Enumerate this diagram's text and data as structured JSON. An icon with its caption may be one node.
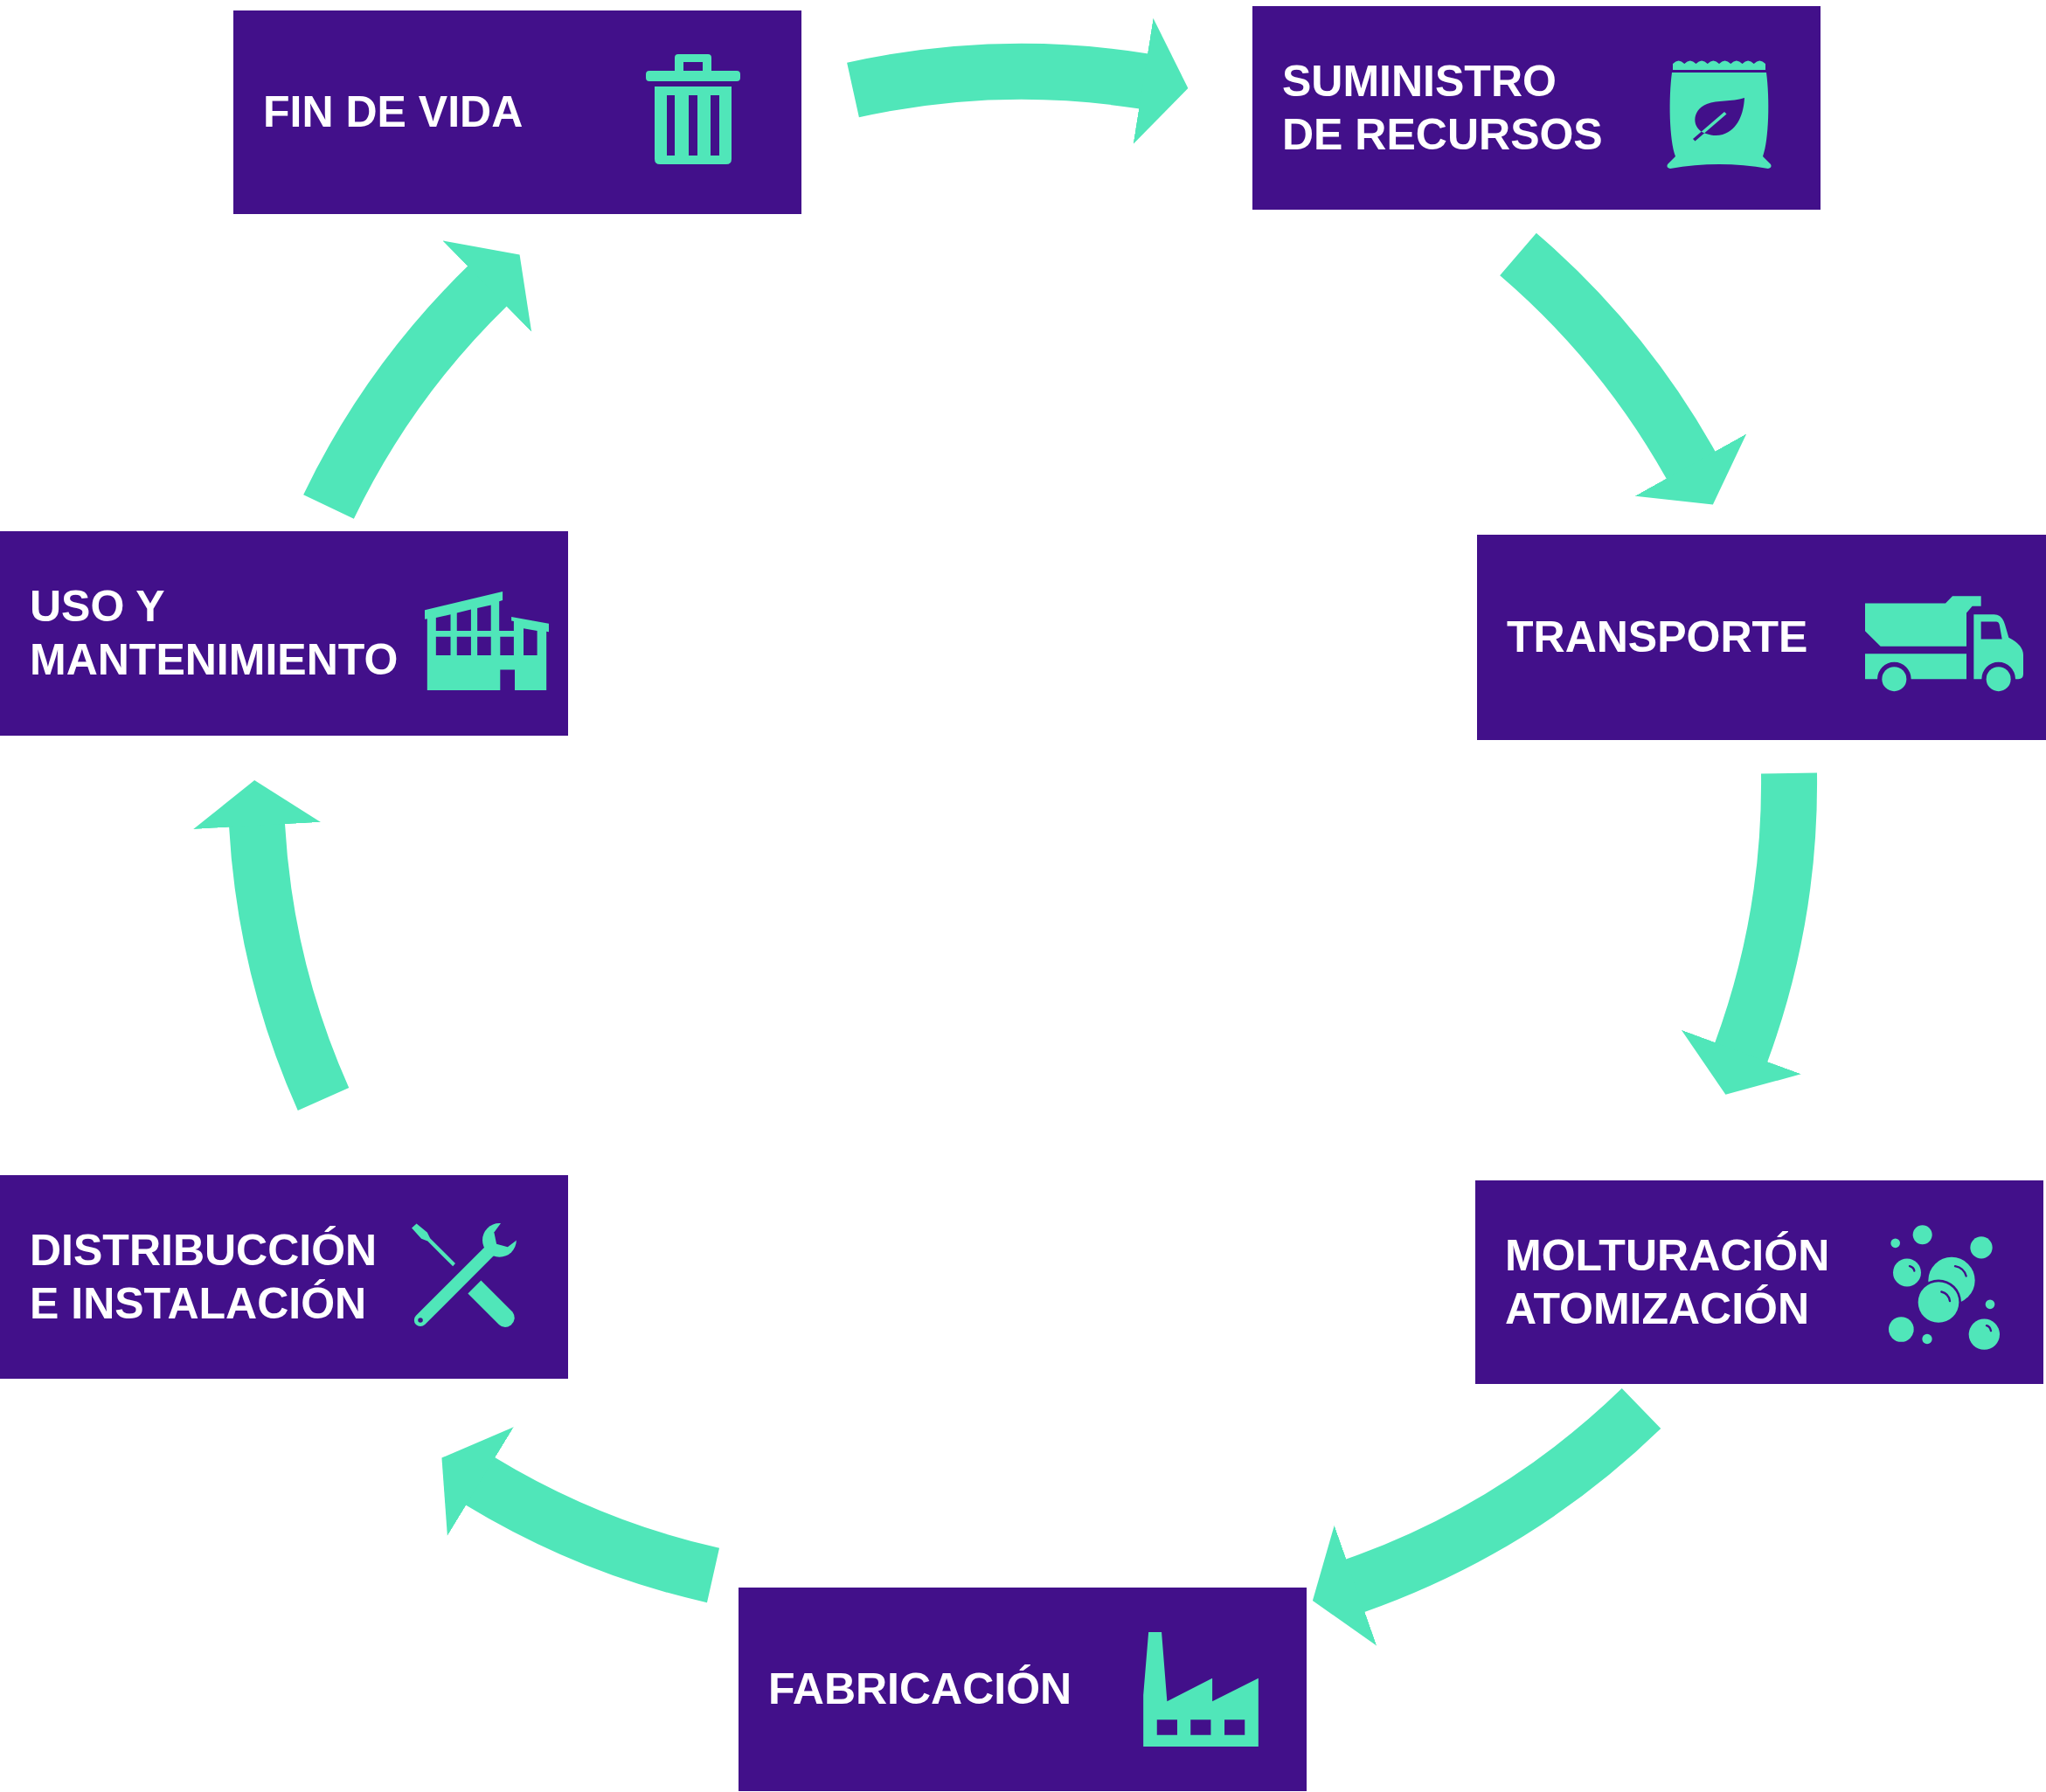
{
  "diagram": {
    "nodes": [
      {
        "text": [
          "FIN DE VIDA"
        ]
      },
      {
        "text": [
          "SUMINISTRO DE RECURSOS"
        ]
      },
      {
        "text": [
          "USO Y MANTENIMIENTO"
        ]
      },
      {
        "text": [
          "TRANSPORTE"
        ]
      },
      {
        "text": [
          "DISTRIBUCCIÓN E INSTALACIÓN"
        ]
      },
      {
        "text": [
          "MOLTURACIÓN ATOMIZACIÓN"
        ]
      },
      {
        "text": [
          "FABRICACIÓN"
        ]
      }
    ],
    "edges": [
      {
        "from": 0,
        "to": 1,
        "arrow": "to"
      },
      {
        "from": 1,
        "to": 3,
        "arrow": "to"
      },
      {
        "from": 3,
        "to": 5,
        "arrow": "to"
      },
      {
        "from": 5,
        "to": 6,
        "arrow": "to"
      },
      {
        "from": 6,
        "to": 4,
        "arrow": "to"
      },
      {
        "from": 4,
        "to": 2,
        "arrow": "to"
      },
      {
        "from": 2,
        "to": 0,
        "arrow": "to"
      }
    ]
  }
}
